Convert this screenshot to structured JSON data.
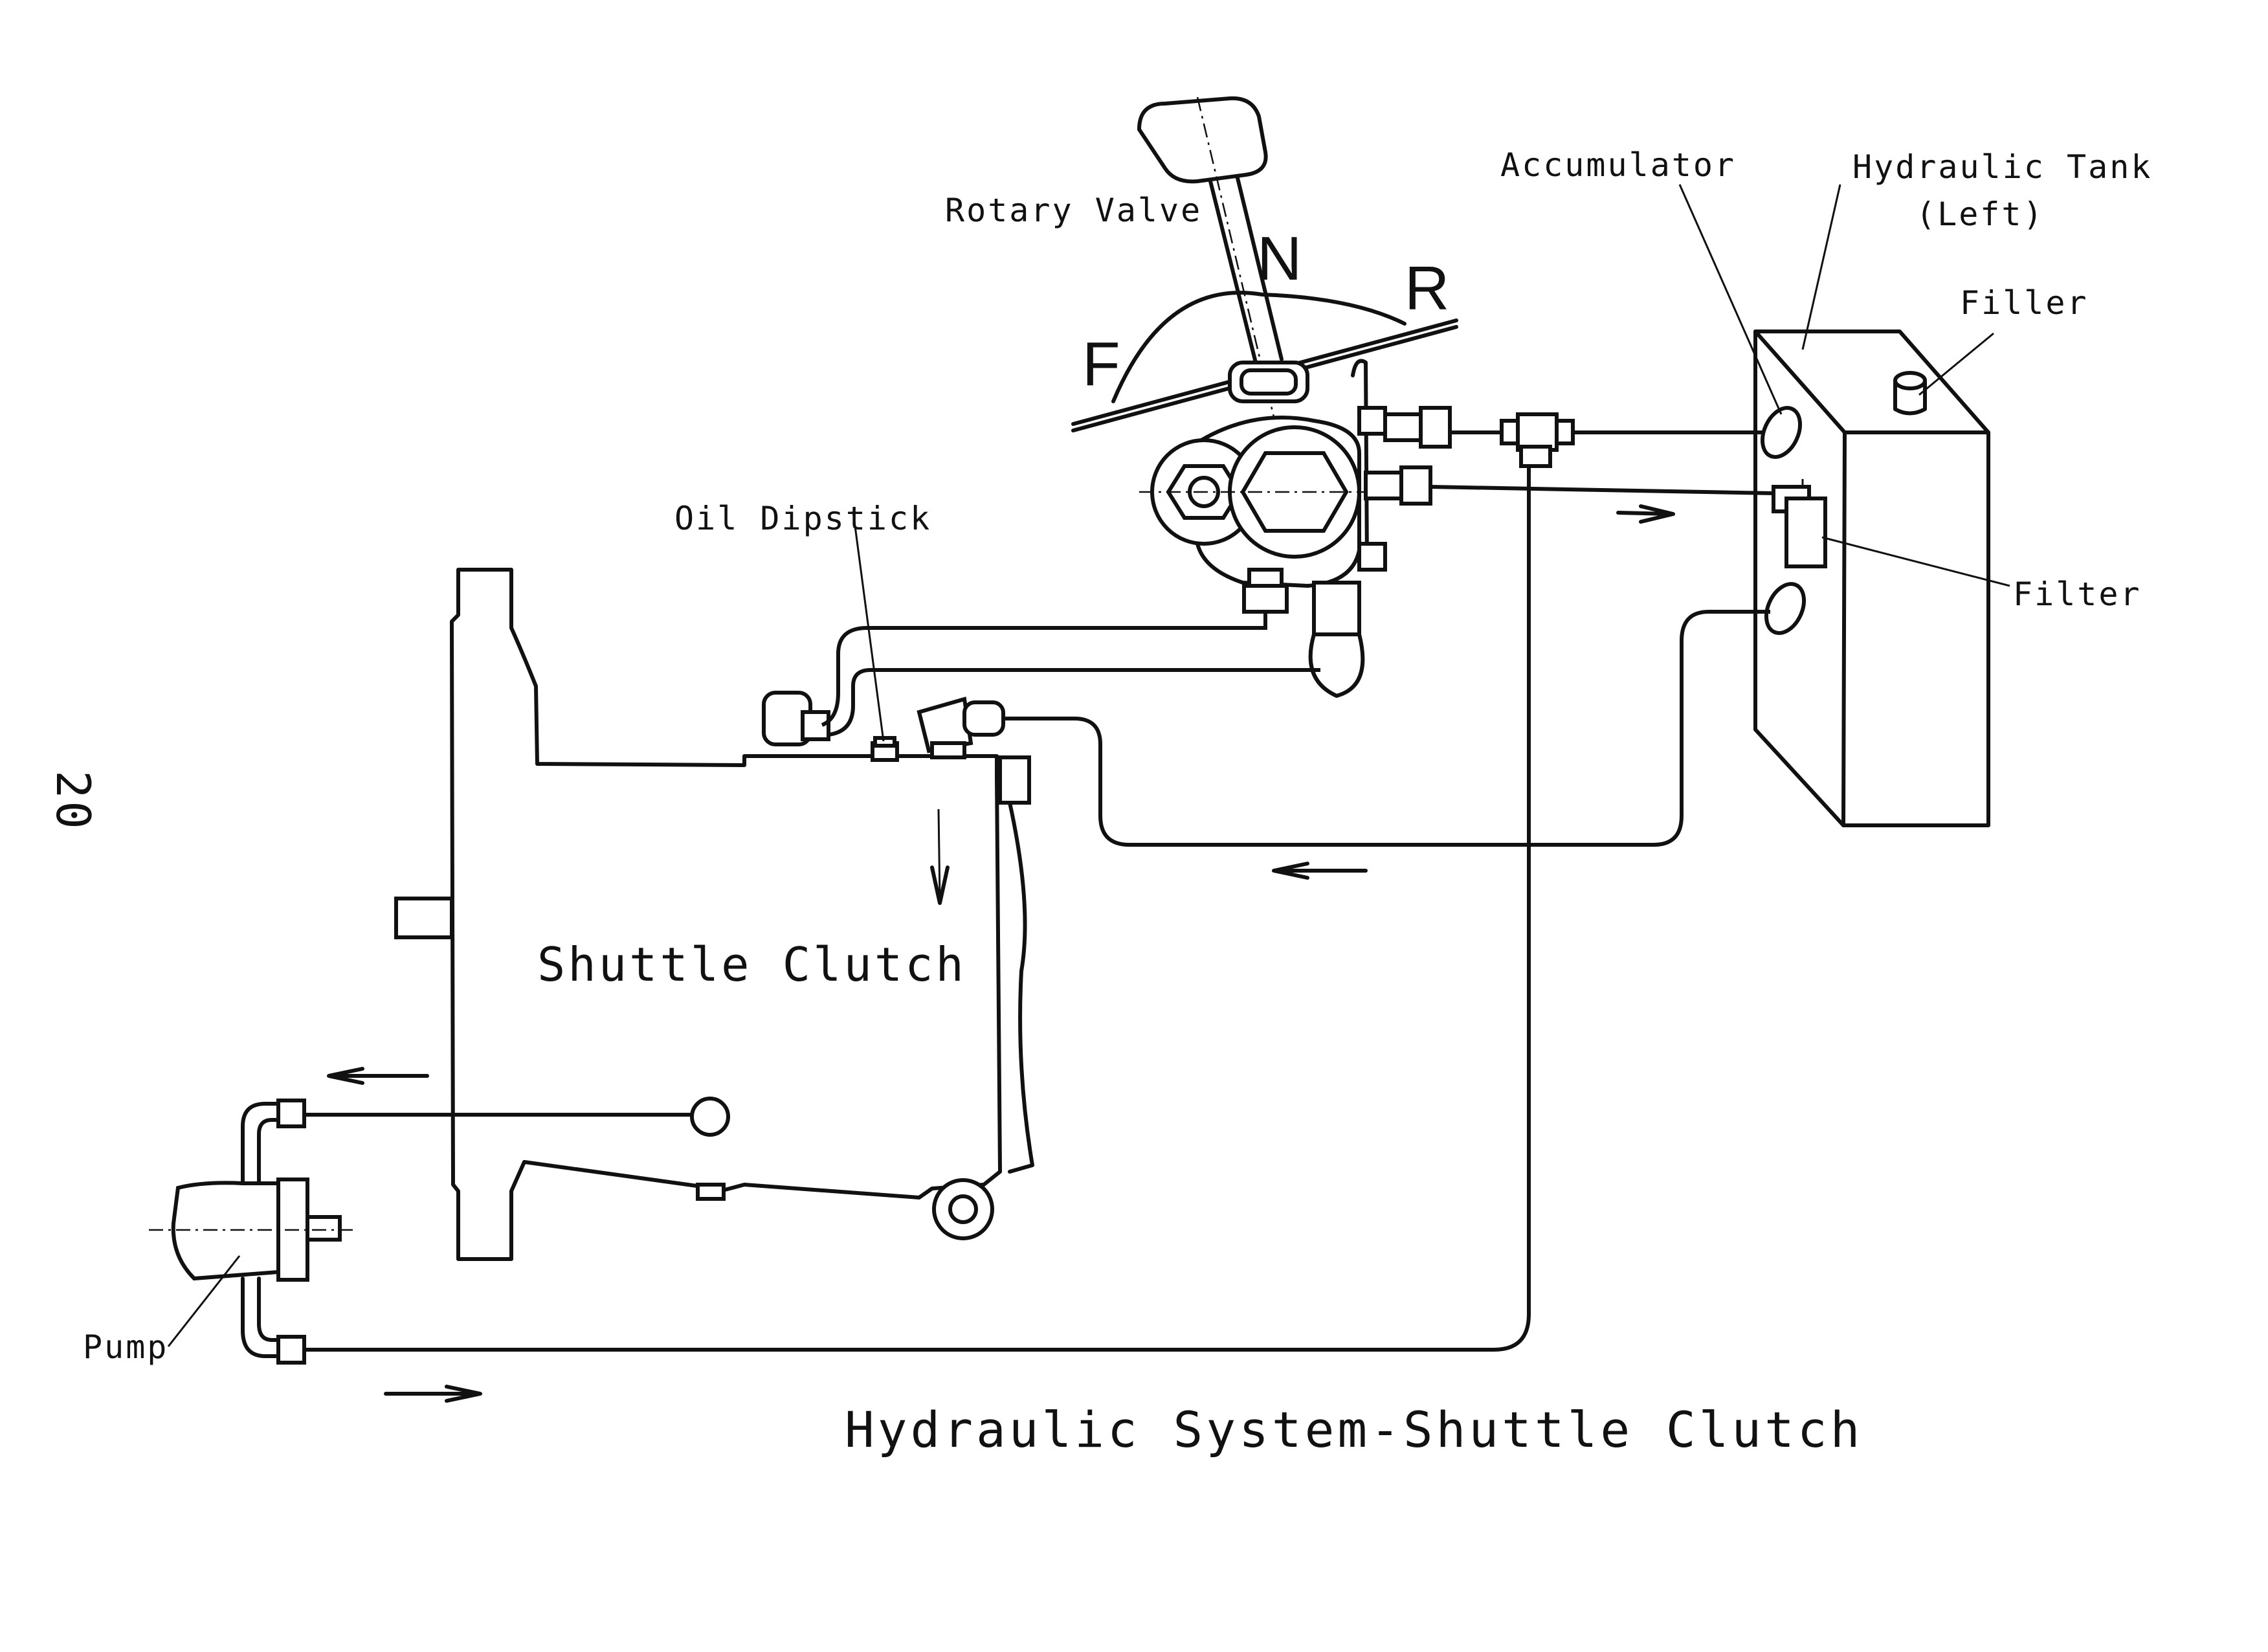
{
  "labels": {
    "rotary_valve": "Rotary Valve",
    "accumulator": "Accumulator",
    "hydraulic_tank": "Hydraulic Tank",
    "hydraulic_tank_side": "(Left)",
    "filler": "Filler",
    "filter": "Filter",
    "oil_dipstick": "Oil Dipstick",
    "shuttle_clutch": "Shuttle Clutch",
    "pump": "Pump"
  },
  "lever_positions": {
    "forward": "F",
    "neutral": "N",
    "reverse": "R"
  },
  "page_number": "20",
  "caption": "Hydraulic System-Shuttle Clutch"
}
